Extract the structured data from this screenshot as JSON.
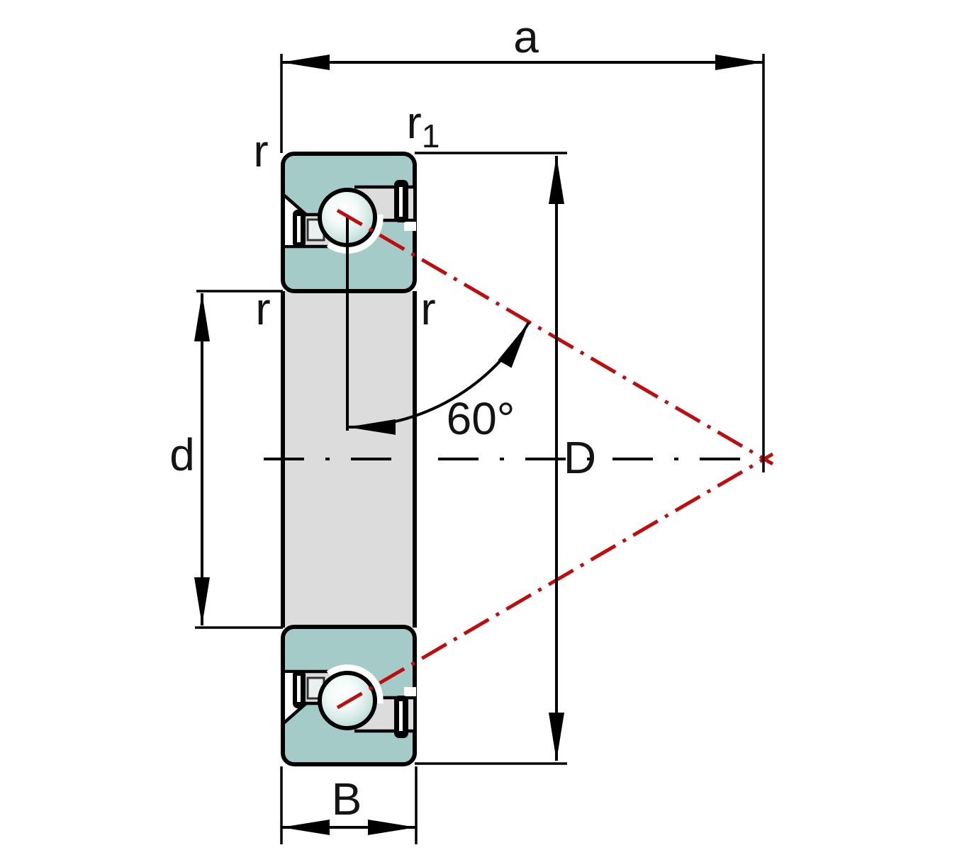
{
  "diagram": {
    "type": "bearing-cross-section",
    "labels": {
      "a": "a",
      "r1_base": "r",
      "r1_sub": "1",
      "r_top_left": "r",
      "r_mid_left": "r",
      "r_mid_right": "r",
      "d": "d",
      "D": "D",
      "angle": "60°",
      "B": "B"
    },
    "colors": {
      "ring_fill": "#a5cbc8",
      "bore_fill": "#dcdcdc",
      "channel_fill": "#dcdcdc",
      "contact_line_red": "#c00c0c",
      "outline": "#000000",
      "background": "#ffffff"
    }
  }
}
